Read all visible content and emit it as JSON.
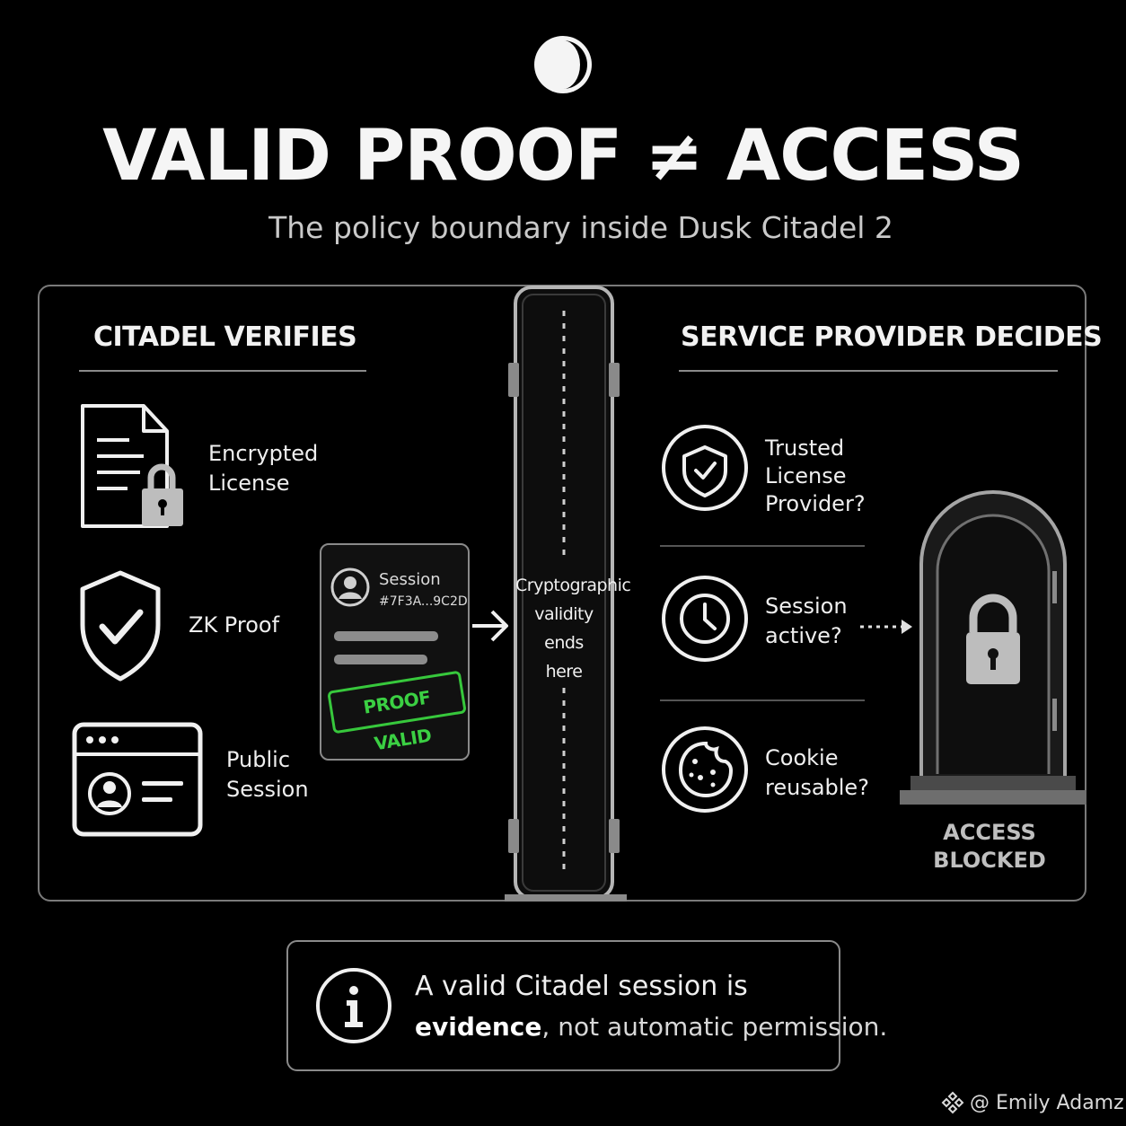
{
  "header": {
    "title": "VALID PROOF ≠ ACCESS",
    "subtitle": "The policy boundary inside Dusk Citadel 2"
  },
  "left_panel": {
    "heading": "CITADEL VERIFIES",
    "items": [
      {
        "label": "Encrypted\nLicense",
        "icon": "document-lock-icon"
      },
      {
        "label": "ZK Proof",
        "icon": "shield-check-icon"
      },
      {
        "label": "Public\nSession",
        "icon": "browser-profile-icon"
      }
    ]
  },
  "session_card": {
    "title": "Session",
    "id": "#7F3A...9C2D",
    "stamp": "PROOF VALID",
    "stamp_color": "#3bd043"
  },
  "boundary": {
    "text": "Cryptographic\nvalidity\nends\nhere"
  },
  "right_panel": {
    "heading": "SERVICE PROVIDER DECIDES",
    "items": [
      {
        "label": "Trusted\nLicense\nProvider?",
        "icon": "shield-check-icon"
      },
      {
        "label": "Session\nactive?",
        "icon": "clock-icon"
      },
      {
        "label": "Cookie\nreusable?",
        "icon": "cookie-icon"
      }
    ]
  },
  "door": {
    "label": "ACCESS\nBLOCKED",
    "icon": "padlock-icon"
  },
  "note": {
    "line1": "A valid Citadel session is",
    "emphasis": "evidence",
    "line2_rest": ", not automatic permission.",
    "icon": "info-icon"
  },
  "credit": {
    "text": "@ Emily Adamz",
    "icon": "binance-square-icon"
  }
}
